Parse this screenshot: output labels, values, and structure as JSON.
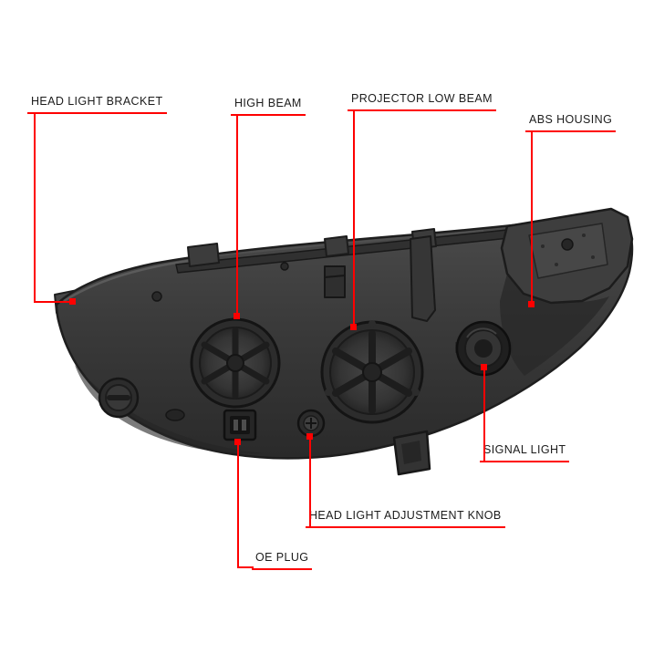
{
  "diagram": {
    "accent_color": "#fe0000",
    "label_color": "#1c1c1c",
    "background_color": "#ffffff",
    "illustration": "headlight-assembly-rear-view",
    "labels": {
      "head_light_bracket": "HEAD LIGHT BRACKET",
      "high_beam": "HIGH BEAM",
      "projector_low_beam": "PROJECTOR LOW BEAM",
      "abs_housing": "ABS HOUSING",
      "signal_light": "SIGNAL LIGHT",
      "head_light_adjustment_knob": "HEAD LIGHT ADJUSTMENT KNOB",
      "oe_plug": "OE PLUG"
    }
  }
}
